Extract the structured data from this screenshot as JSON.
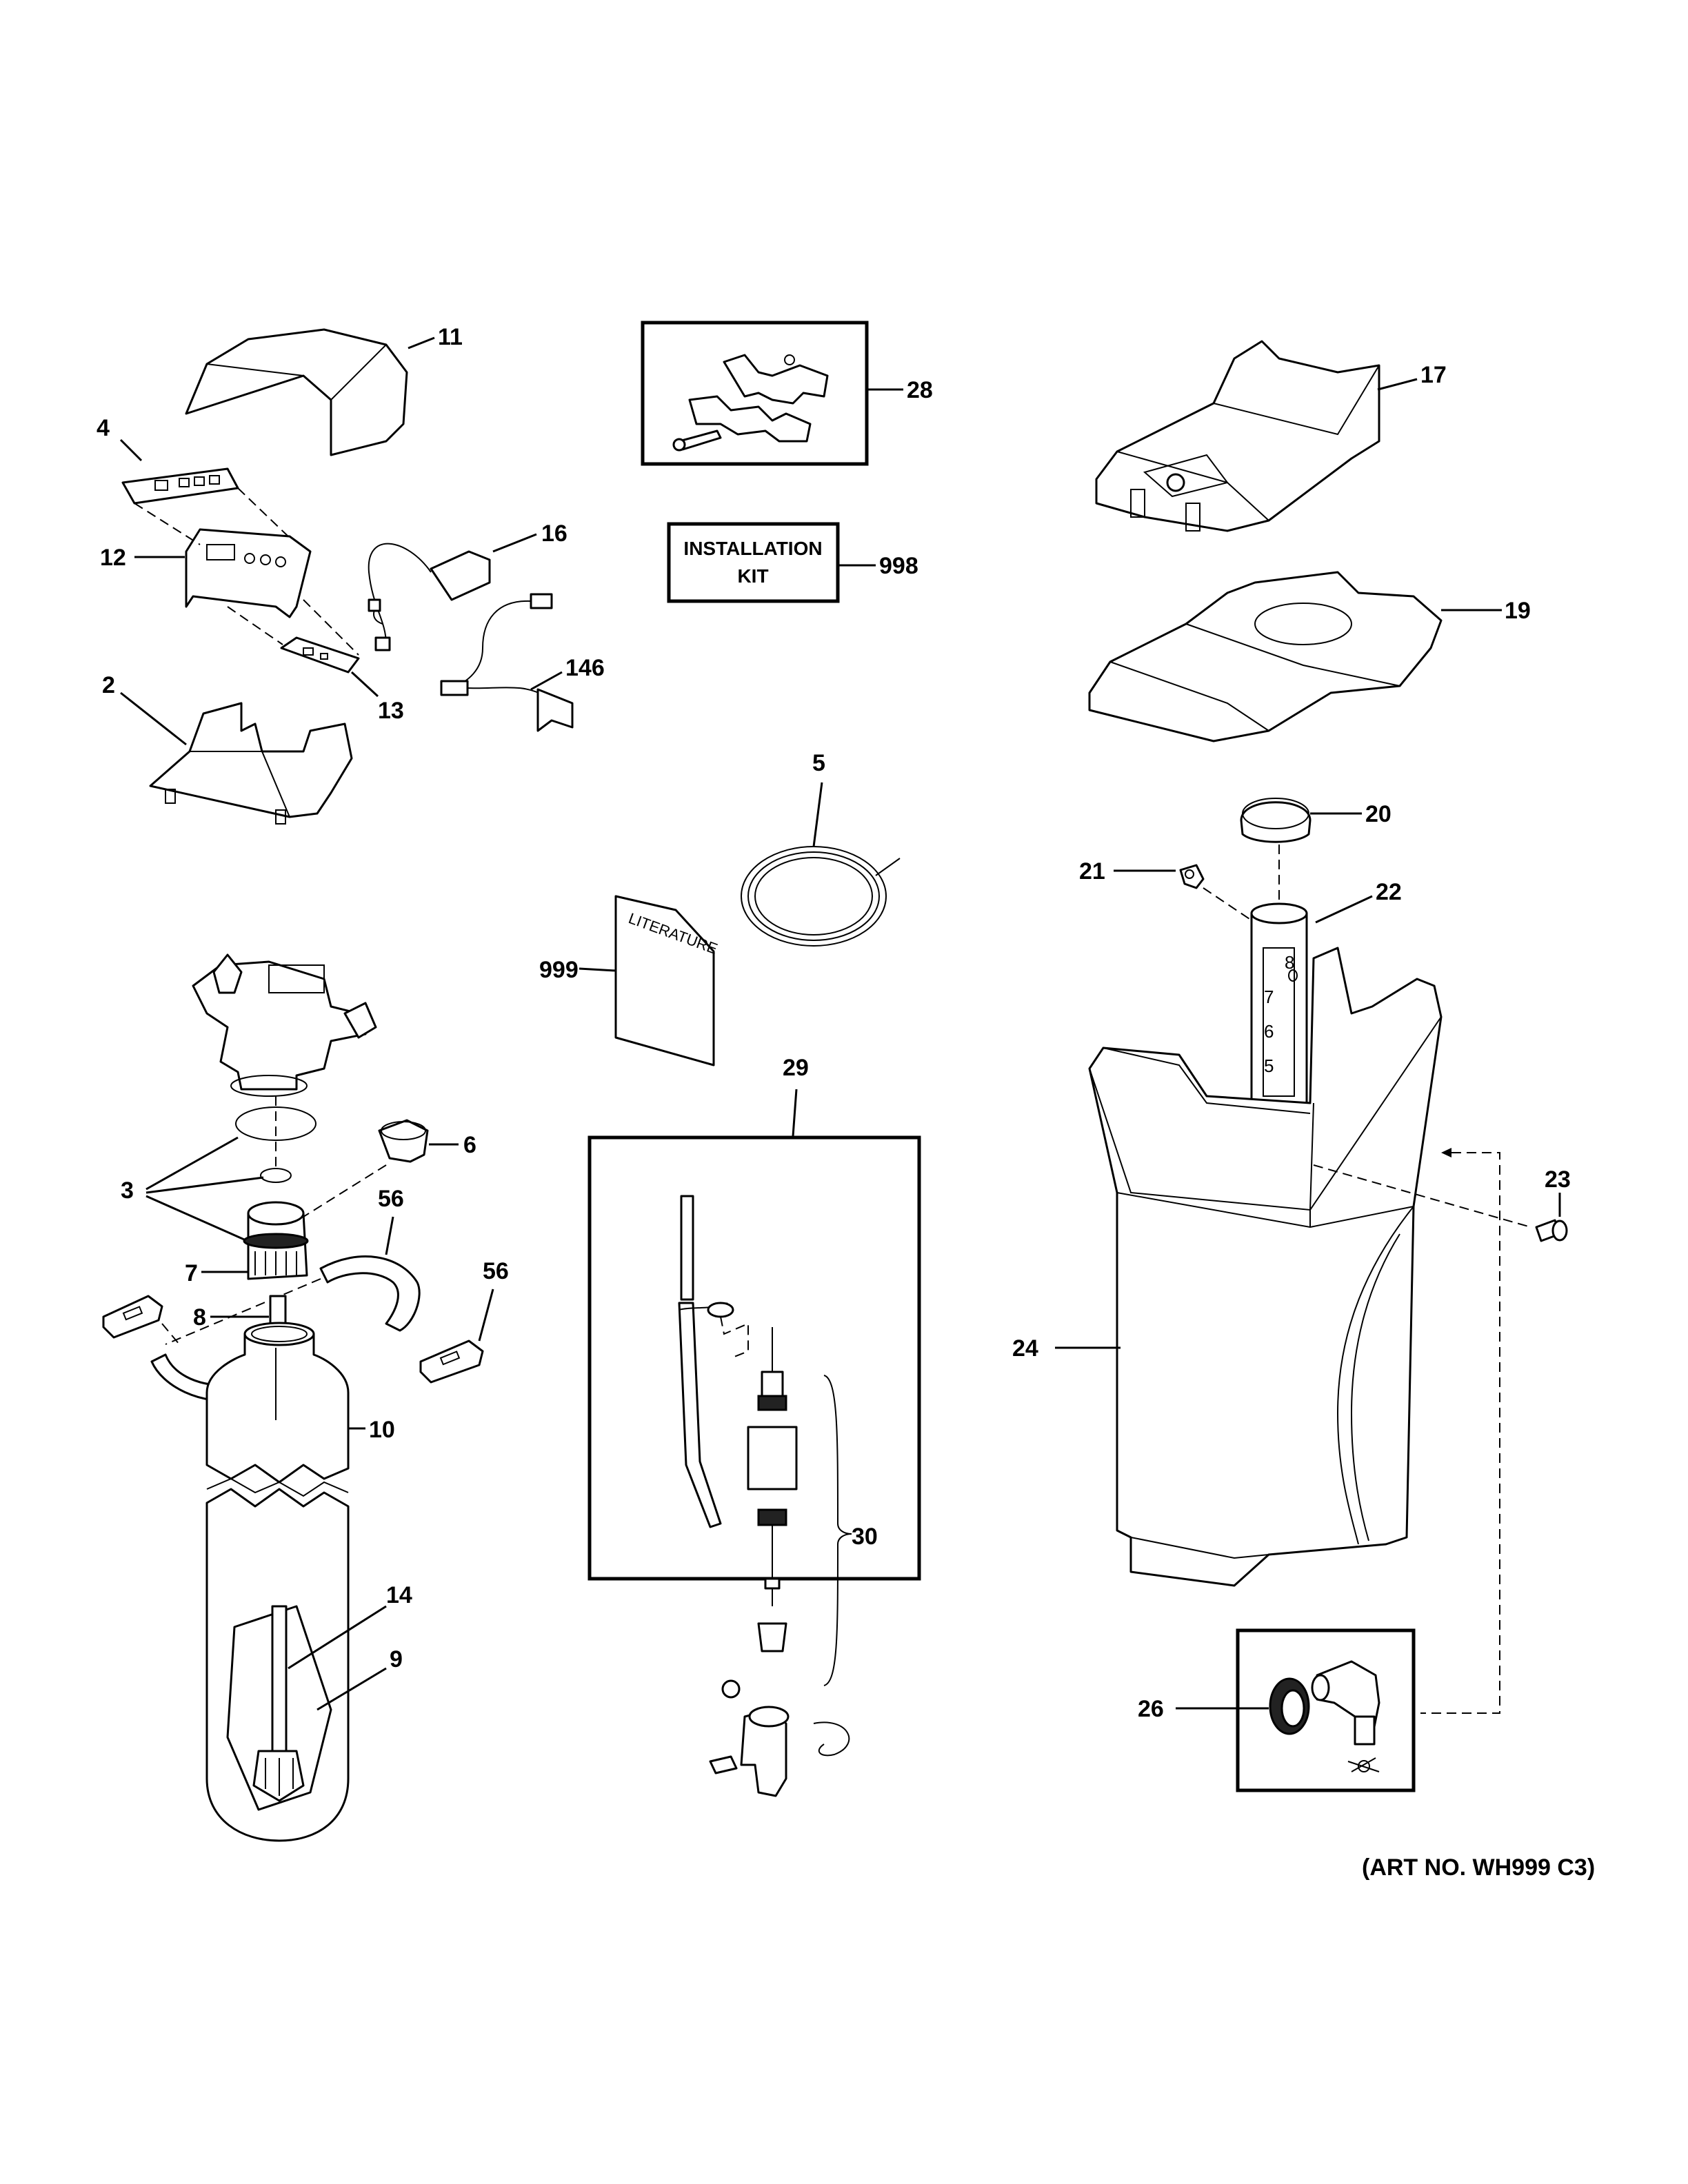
{
  "callouts": {
    "c11": "11",
    "c4": "4",
    "c12": "12",
    "c16": "16",
    "c13": "13",
    "c2": "2",
    "c146": "146",
    "c28": "28",
    "c998": "998",
    "c17": "17",
    "c19": "19",
    "c20": "20",
    "c21": "21",
    "c22": "22",
    "c5": "5",
    "c999": "999",
    "c29": "29",
    "c6": "6",
    "c3": "3",
    "c7": "7",
    "c56a": "56",
    "c56b": "56",
    "c8": "8",
    "c10": "10",
    "c14": "14",
    "c9": "9",
    "c30": "30",
    "c23": "23",
    "c24": "24",
    "c26": "26"
  },
  "installation_kit": {
    "line1": "INSTALLATION",
    "line2": "KIT"
  },
  "literature_label": "LITERATURE",
  "brine_well_scale": [
    "8",
    "7",
    "6",
    "5"
  ],
  "art_number": "(ART NO. WH999 C3)"
}
